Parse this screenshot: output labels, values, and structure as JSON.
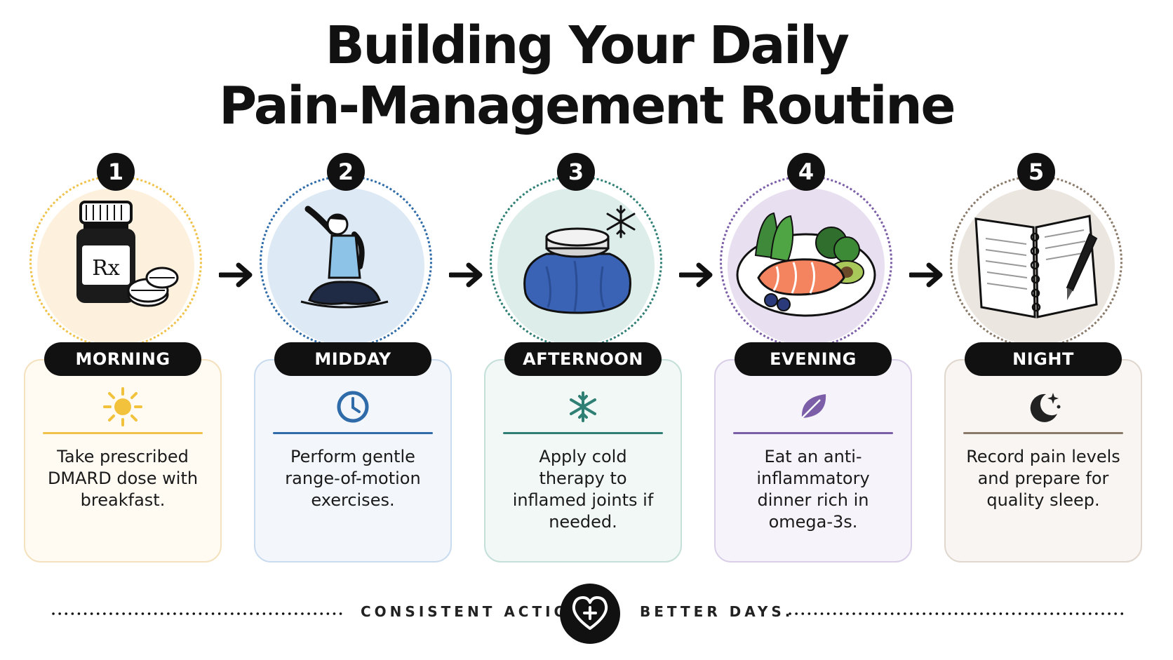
{
  "title": {
    "line1": "Building Your Daily",
    "line2": "Pain-Management Routine"
  },
  "steps": [
    {
      "number": "1",
      "label": "MORNING",
      "description": "Take prescribed DMARD dose with breakfast.",
      "illustration": "medicine-bottle-icon",
      "rx": "Rx",
      "small_icon": "sun-icon",
      "accent": "#F0C24A",
      "tint": "#FDF1DD",
      "card_bg": "#FFFBF2",
      "card_border": "#F4E1BE"
    },
    {
      "number": "2",
      "label": "MIDDAY",
      "description": "Perform gentle range-of-motion exercises.",
      "illustration": "yoga-stretch-icon",
      "small_icon": "clock-icon",
      "accent": "#2E6BA8",
      "tint": "#DDE9F5",
      "card_bg": "#F3F7FC",
      "card_border": "#C9DBEE"
    },
    {
      "number": "3",
      "label": "AFTERNOON",
      "description": "Apply cold therapy to inflamed joints if needed.",
      "illustration": "ice-pack-icon",
      "small_icon": "snowflake-icon",
      "accent": "#2F7F74",
      "tint": "#DDEDEA",
      "card_bg": "#F1F8F6",
      "card_border": "#C5DFD9"
    },
    {
      "number": "4",
      "label": "EVENING",
      "description": "Eat an anti-inflammatory dinner rich in omega-3s.",
      "illustration": "salmon-plate-icon",
      "small_icon": "leaf-icon",
      "accent": "#7B5EA7",
      "tint": "#E8E0F0",
      "card_bg": "#F7F3FA",
      "card_border": "#DACFE8"
    },
    {
      "number": "5",
      "label": "NIGHT",
      "description": "Record pain levels and prepare for quality sleep.",
      "illustration": "journal-pen-icon",
      "small_icon": "moon-stars-icon",
      "accent": "#8A7A6A",
      "tint": "#ECE6E0",
      "card_bg": "#F8F5F2",
      "card_border": "#E0D7CE"
    }
  ],
  "footer": {
    "left_text": "CONSISTENT ACTION.",
    "right_text": "BETTER DAYS.",
    "icon": "heart-plus-icon"
  }
}
